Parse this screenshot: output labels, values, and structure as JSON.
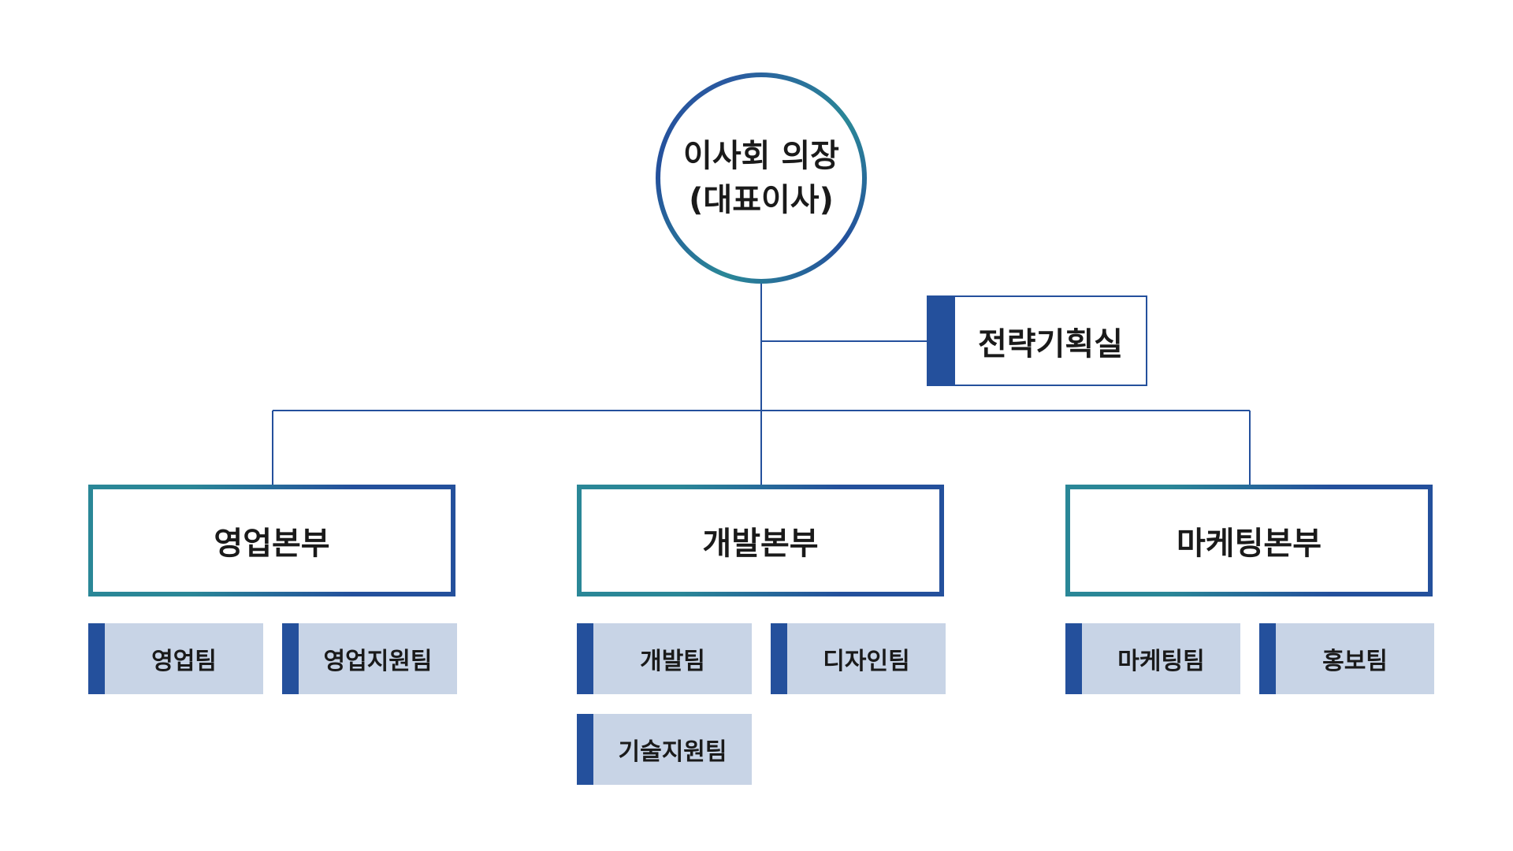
{
  "ceo": {
    "line1": "이사회 의장",
    "line2": "(대표이사)"
  },
  "staff": {
    "label": "전략기획실"
  },
  "divisions": [
    {
      "label": "영업본부",
      "teams": [
        "영업팀",
        "영업지원팀"
      ]
    },
    {
      "label": "개발본부",
      "teams": [
        "개발팀",
        "디자인팀",
        "기술지원팀"
      ]
    },
    {
      "label": "마케팅본부",
      "teams": [
        "마케팅팀",
        "홍보팀"
      ]
    }
  ],
  "colors": {
    "primary_blue": "#24509c",
    "teal": "#2a8797",
    "team_fill": "#c8d4e6"
  }
}
